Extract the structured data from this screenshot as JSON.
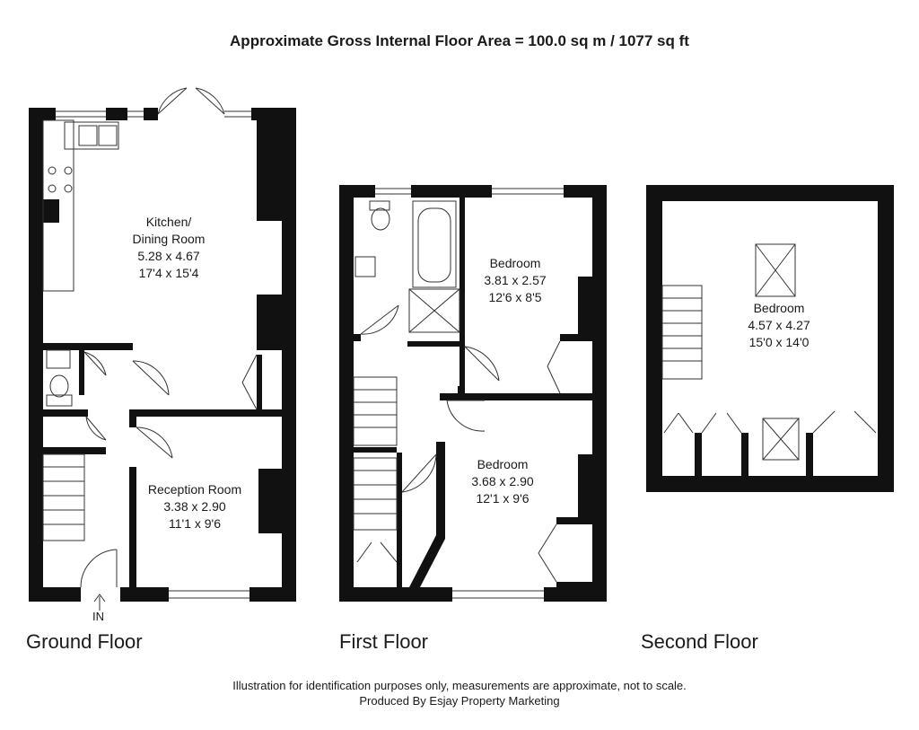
{
  "title": "Approximate Gross Internal Floor Area = 100.0 sq m / 1077 sq ft",
  "floors": [
    {
      "label": "Ground Floor"
    },
    {
      "label": "First Floor"
    },
    {
      "label": "Second Floor"
    }
  ],
  "rooms": {
    "kitchen": {
      "name1": "Kitchen/",
      "name2": "Dining Room",
      "metric": "5.28 x 4.67",
      "imperial": "17'4 x 15'4"
    },
    "reception": {
      "name": "Reception Room",
      "metric": "3.38 x 2.90",
      "imperial": "11'1 x 9'6"
    },
    "bedroom_first_rear": {
      "name": "Bedroom",
      "metric": "3.81 x 2.57",
      "imperial": "12'6 x 8'5"
    },
    "bedroom_first_front": {
      "name": "Bedroom",
      "metric": "3.68 x 2.90",
      "imperial": "12'1 x 9'6"
    },
    "bedroom_second": {
      "name": "Bedroom",
      "metric": "4.57 x 4.27",
      "imperial": "15'0 x 14'0"
    }
  },
  "entrance_label": "IN",
  "disclaimer": {
    "line1": "Illustration for identification purposes only, measurements are approximate, not to scale.",
    "line2": "Produced By Esjay Property Marketing"
  },
  "colors": {
    "wall": "#111111",
    "line": "#333333",
    "background": "#ffffff"
  }
}
